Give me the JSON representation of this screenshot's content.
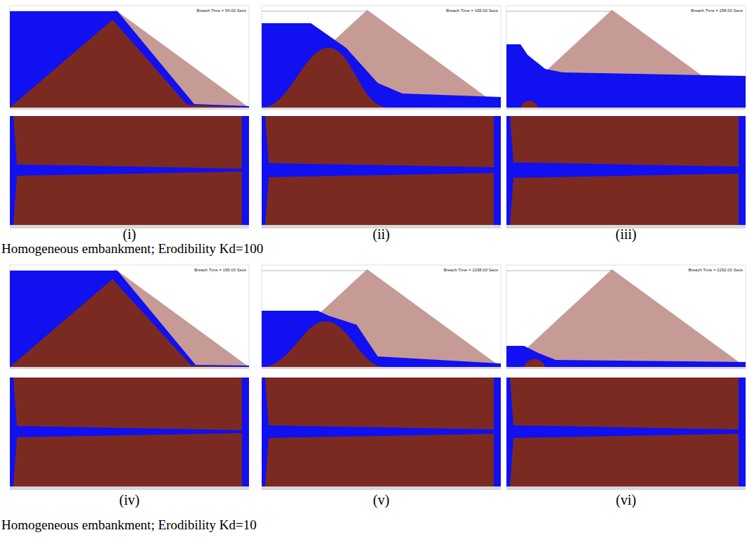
{
  "diagram": {
    "labels": [
      "Breach Time = 54.00 Secs",
      "Breach Time = 165.00 Secs",
      "Breach Time = 258.00 Secs",
      "(i)",
      "(ii)",
      "(iii)",
      "Homogeneous embankment; Erodibility Kd=100",
      "Breach Time = 195.00 Secs",
      "Breach Time = 1038.00 Secs",
      "Breach Time = 2292.00 Secs",
      "(iv)",
      "(v)",
      "(vi)",
      "Homogeneous embankment; Erodibility Kd=10"
    ]
  }
}
